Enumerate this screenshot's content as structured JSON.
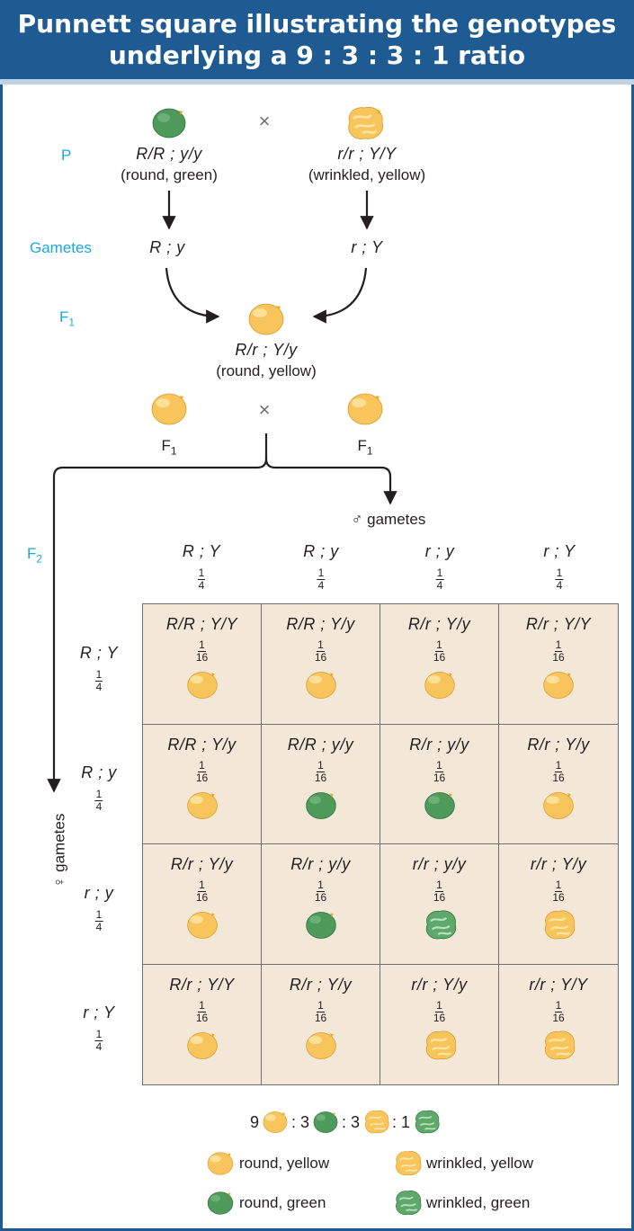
{
  "title": {
    "line1": "Punnett square illustrating the genotypes",
    "line2": "underlying a 9 : 3 : 3 : 1 ratio"
  },
  "colors": {
    "header": "#1f5b93",
    "label": "#1aa7e0",
    "grid_bg": "#f3e7d8",
    "yellow_pea": "#f7c55b",
    "green_pea": "#4d9a5a"
  },
  "cross_symbol": "×",
  "parental": {
    "label": "P",
    "left": {
      "genotype": "R/R ; y/y",
      "phenotype": "(round, green)",
      "pea": "round-green"
    },
    "right": {
      "genotype": "r/r ; Y/Y",
      "phenotype": "(wrinkled, yellow)",
      "pea": "wrinkled-yellow"
    }
  },
  "gametes_row": {
    "label": "Gametes",
    "left": "R ; y",
    "right": "r ; Y"
  },
  "f1": {
    "label": "F",
    "label_sub": "1",
    "genotype": "R/r ; Y/y",
    "phenotype": "(round, yellow)"
  },
  "f1_cross": {
    "left_label": "F",
    "right_label": "F",
    "sub": "1"
  },
  "f2": {
    "label": "F",
    "label_sub": "2"
  },
  "male_gametes_label": "♂ gametes",
  "female_gametes_label": "♀ gametes",
  "fractions": {
    "quarter_num": "1",
    "quarter_den": "4",
    "cell_num": "1",
    "cell_den": "16"
  },
  "columns": [
    "R ; Y",
    "R ; y",
    "r ; y",
    "r ; Y"
  ],
  "rows": [
    "R ; Y",
    "R ; y",
    "r ; y",
    "r ; Y"
  ],
  "cells": [
    [
      "R/R ; Y/Y",
      "R/R ; Y/y",
      "R/r ; Y/y",
      "R/r ; Y/Y"
    ],
    [
      "R/R ; Y/y",
      "R/R ; y/y",
      "R/r ; y/y",
      "R/r ; Y/y"
    ],
    [
      "R/r ; Y/y",
      "R/r ; y/y",
      "r/r ; y/y",
      "r/r ; Y/y"
    ],
    [
      "R/r ; Y/Y",
      "R/r ; Y/y",
      "r/r ; Y/y",
      "r/r ; Y/Y"
    ]
  ],
  "cell_peas": [
    [
      "round-yellow",
      "round-yellow",
      "round-yellow",
      "round-yellow"
    ],
    [
      "round-yellow",
      "round-green",
      "round-green",
      "round-yellow"
    ],
    [
      "round-yellow",
      "round-green",
      "wrinkled-green",
      "wrinkled-yellow"
    ],
    [
      "round-yellow",
      "round-yellow",
      "wrinkled-yellow",
      "wrinkled-yellow"
    ]
  ],
  "ratio": {
    "a": "9",
    "b": ": 3",
    "c": ": 3",
    "d": ": 1"
  },
  "legend": [
    {
      "pea": "round-yellow",
      "label": "round, yellow"
    },
    {
      "pea": "wrinkled-yellow",
      "label": "wrinkled, yellow"
    },
    {
      "pea": "round-green",
      "label": "round, green"
    },
    {
      "pea": "wrinkled-green",
      "label": "wrinkled, green"
    }
  ]
}
